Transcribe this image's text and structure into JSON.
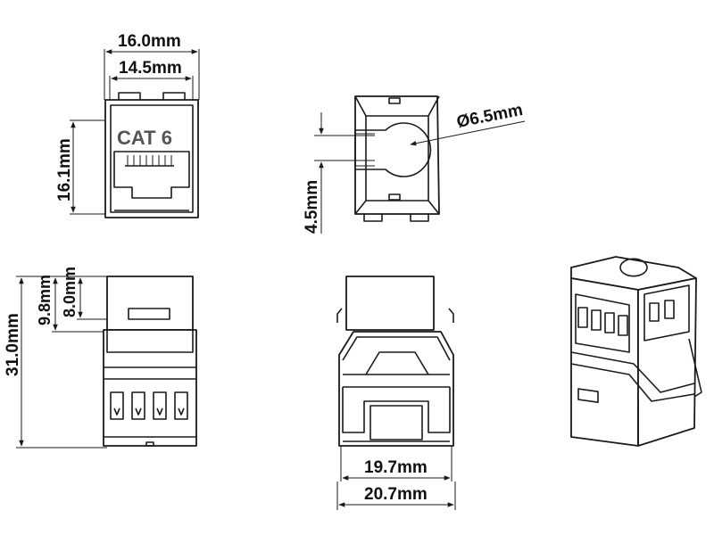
{
  "dimensions": {
    "width_outer": "16.0mm",
    "width_inner": "14.5mm",
    "height_front": "16.1mm",
    "cable_diameter": "Ø6.5mm",
    "offset_side": "4.5mm",
    "length_total": "31.0mm",
    "latch_a": "9.8mm",
    "latch_b": "8.0mm",
    "base_inner": "19.7mm",
    "base_outer": "20.7mm"
  },
  "labels": {
    "front_marking": "CAT 6"
  }
}
